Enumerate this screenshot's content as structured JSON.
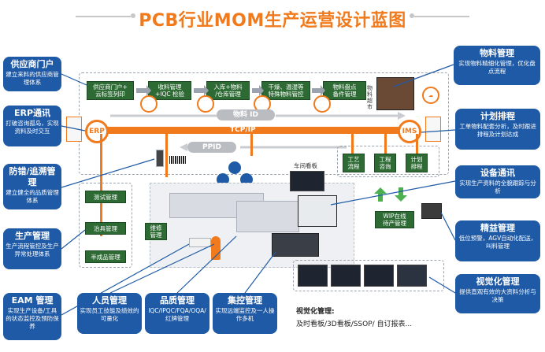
{
  "title": "PCB行业MOM生产运营设计蓝图",
  "left_boxes": [
    {
      "title": "供应商门户",
      "desc": "建立来料的供应商管理体系"
    },
    {
      "title": "ERP通讯",
      "desc": "打破咨询孤岛，实现资料及时交互"
    },
    {
      "title": "防错/追溯管理",
      "desc": "建立健全的品质管理体系"
    },
    {
      "title": "生产管理",
      "desc": "生产流程管控及生产异常处理体系"
    },
    {
      "title": "EAM 管理",
      "desc": "实现生产设备/工具的状态监控及预防保养"
    }
  ],
  "right_boxes": [
    {
      "title": "物料管理",
      "desc": "实现物料精细化管理，优化盘点流程"
    },
    {
      "title": "计划排程",
      "desc": "工单物料配套分析，及时跟进排程及计划达成"
    },
    {
      "title": "设备通讯",
      "desc": "实现生产资料的全貌跟踪与分析"
    },
    {
      "title": "精益管理",
      "desc": "低位预警，AGV自动化配送，叫料管理"
    },
    {
      "title": "视觉化管理",
      "desc": "提供直观有效的大资料分析与决策"
    }
  ],
  "bottom_boxes": [
    {
      "title": "人员管理",
      "desc": "实现员工技能及绩效的可量化"
    },
    {
      "title": "品质管理",
      "desc": "IQC/IPQC/FQA/OQA/红牌管理"
    },
    {
      "title": "集控管理",
      "desc": "实现远端监控及一人操作多机"
    }
  ],
  "top_flow": [
    {
      "label": "供应商门户+\n云标签列印"
    },
    {
      "label": "收料管理\n+IQC 检验"
    },
    {
      "label": "入库+物料\n/仓库管理"
    },
    {
      "label": "干燥、温湿等\n特殊物料管控"
    },
    {
      "label": "物料盘点\n备件管理"
    }
  ],
  "pills": {
    "material_id": "物料 ID",
    "ppid": "PPID"
  },
  "bus": {
    "tcpip": "TCP/IP",
    "erp": "ERP",
    "ims": "IMS"
  },
  "warehouse_label": "物料超市",
  "workshop_board": "车间看板",
  "right_small": [
    {
      "label": "工艺\n流程"
    },
    {
      "label": "工程\n咨询"
    },
    {
      "label": "计划\n排程"
    }
  ],
  "left_green": [
    {
      "label": "测试管理"
    },
    {
      "label": "治具管理"
    },
    {
      "label": "半成品管理"
    }
  ],
  "repair": "维修\n管理",
  "wip": "WIP在线\n待产管理",
  "visual": {
    "title": "视觉化管理:",
    "items": "及时看板/3D看板/SSOP/ 自订报表..."
  }
}
